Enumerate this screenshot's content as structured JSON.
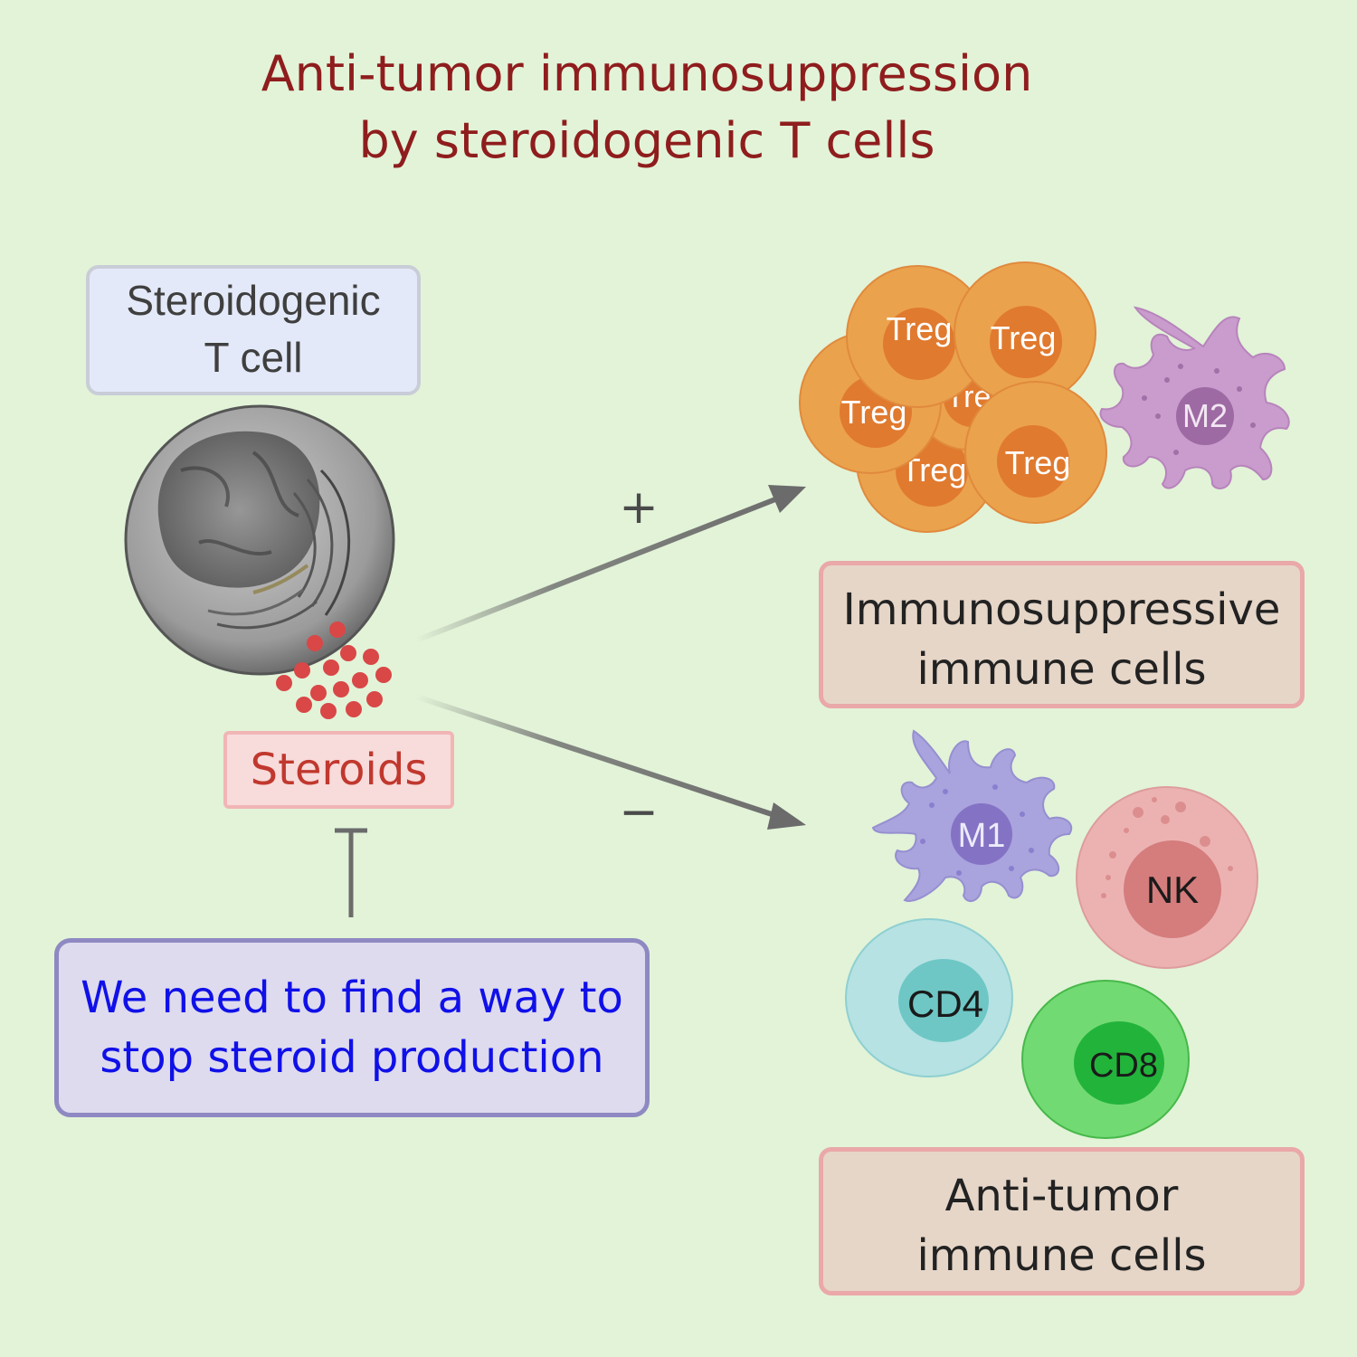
{
  "title": {
    "line1": "Anti-tumor immunosuppression",
    "line2": "by steroidogenic T cells"
  },
  "steroidogenic_box": {
    "line1": "Steroidogenic",
    "line2": "T cell"
  },
  "steroids_box": {
    "label": "Steroids"
  },
  "arrows": {
    "plus": "+",
    "minus": "−"
  },
  "immunosuppressive_box": {
    "line1": "Immunosuppressive",
    "line2": "immune cells"
  },
  "anti_tumor_box": {
    "line1": "Anti-tumor",
    "line2": "immune cells"
  },
  "note_box": {
    "line1": "We need to find a way to",
    "line2": "stop steroid production"
  },
  "cells": {
    "treg": "Treg",
    "m2": "M2",
    "m1": "M1",
    "nk": "NK",
    "cd4": "CD4",
    "cd8": "CD8"
  },
  "colors": {
    "background": "#e2f3d8",
    "title": "#8f1d1d",
    "treg_outer": "#eba24d",
    "treg_inner": "#e07a2f",
    "m2": "#c99ccd",
    "m1": "#a9a3de",
    "nk": "#ecb2b2",
    "cd4": "#b6e2e3",
    "cd8": "#72da73",
    "arrow": "#6b6b6b",
    "steroid_dot": "#d94747"
  }
}
